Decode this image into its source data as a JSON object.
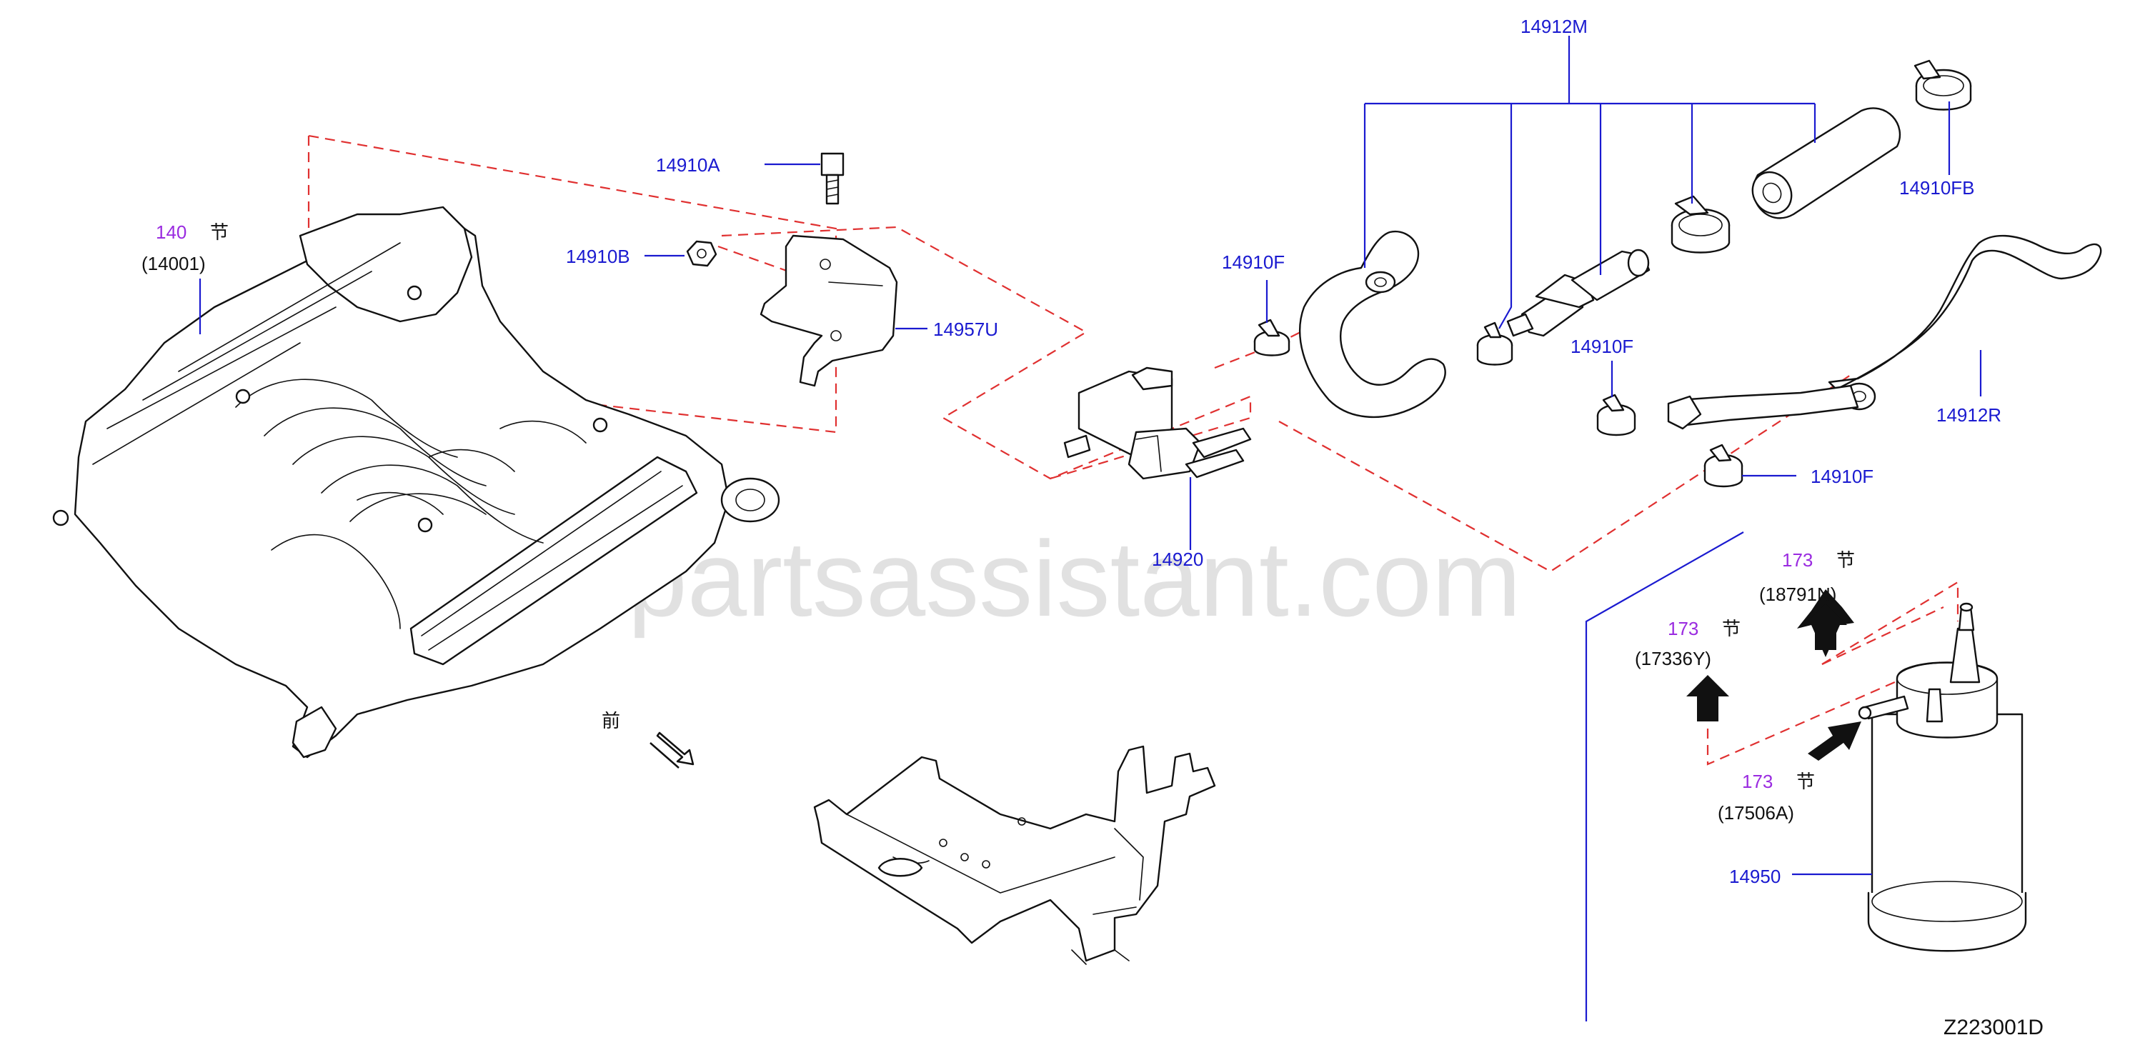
{
  "watermark": "www.partsassistant.com",
  "diagram_code": "Z223001D",
  "colors": {
    "part_number": "#1a1ad0",
    "section_number": "#9a2be0",
    "dashed_link": "#e03030",
    "line_art": "#111111"
  },
  "labels": {
    "p14912M": "14912M",
    "p14910A": "14910A",
    "p14910B": "14910B",
    "p14957U": "14957U",
    "p14910F_a": "14910F",
    "p14910FB": "14910FB",
    "p14910F_b": "14910F",
    "p14912R": "14912R",
    "p14910F_c": "14910F",
    "p14920": "14920",
    "p14950": "14950"
  },
  "section_refs": {
    "ref140": {
      "section": "140",
      "char": "节",
      "part": "(14001)"
    },
    "ref173a": {
      "section": "173",
      "char": "节",
      "part": "(18791N)"
    },
    "ref173b": {
      "section": "173",
      "char": "节",
      "part": "(17336Y)"
    },
    "ref173c": {
      "section": "173",
      "char": "节",
      "part": "(17506A)"
    }
  },
  "front_marker": "前"
}
